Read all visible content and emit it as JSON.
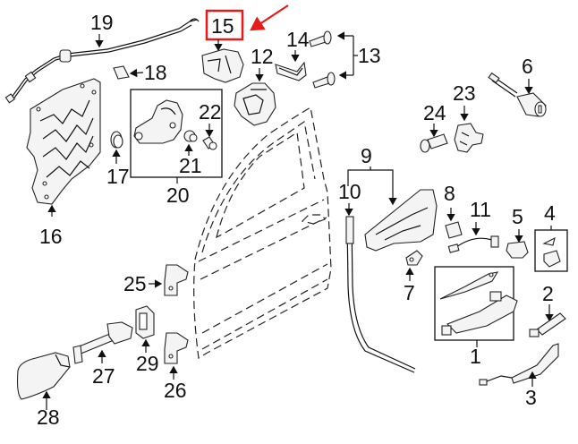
{
  "diagram": {
    "title": "Front Door Components - Exploded Parts Diagram",
    "highlight_color": "#e31b1b",
    "highlighted_part": "15",
    "callouts": {
      "p1": "1",
      "p2": "2",
      "p3": "3",
      "p4": "4",
      "p5": "5",
      "p6": "6",
      "p7": "7",
      "p8": "8",
      "p9": "9",
      "p10": "10",
      "p11": "11",
      "p12": "12",
      "p13": "13",
      "p14": "14",
      "p15": "15",
      "p16": "16",
      "p17": "17",
      "p18": "18",
      "p19": "19",
      "p20": "20",
      "p21": "21",
      "p22": "22",
      "p23": "23",
      "p24": "24",
      "p25": "25",
      "p26": "26",
      "p27": "27",
      "p28": "28",
      "p29": "29"
    }
  }
}
